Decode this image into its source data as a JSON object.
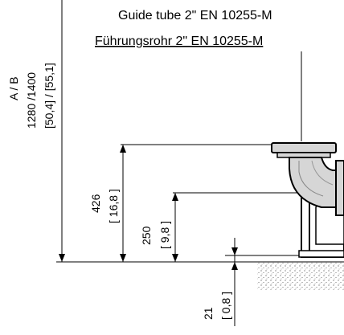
{
  "header": {
    "guide_en": "Guide tube 2\" EN 10255-M",
    "guide_de": "Führungsrohr 2\" EN 10255-M"
  },
  "dimensions": {
    "a_b_label": "A  /  B",
    "a_b_mm": "1280 /1400",
    "a_b_in": "[50,4] / [55,1]",
    "h426_mm": "426",
    "h426_in": "[ 16,8 ]",
    "h250_mm": "250",
    "h250_in": "[ 9,8 ]",
    "h21_mm": "21",
    "h21_in": "[ 0,8 ]"
  },
  "colors": {
    "line": "#000000",
    "metal_fill": "#d6d6d6",
    "hatch": "#444444",
    "background": "#ffffff"
  }
}
